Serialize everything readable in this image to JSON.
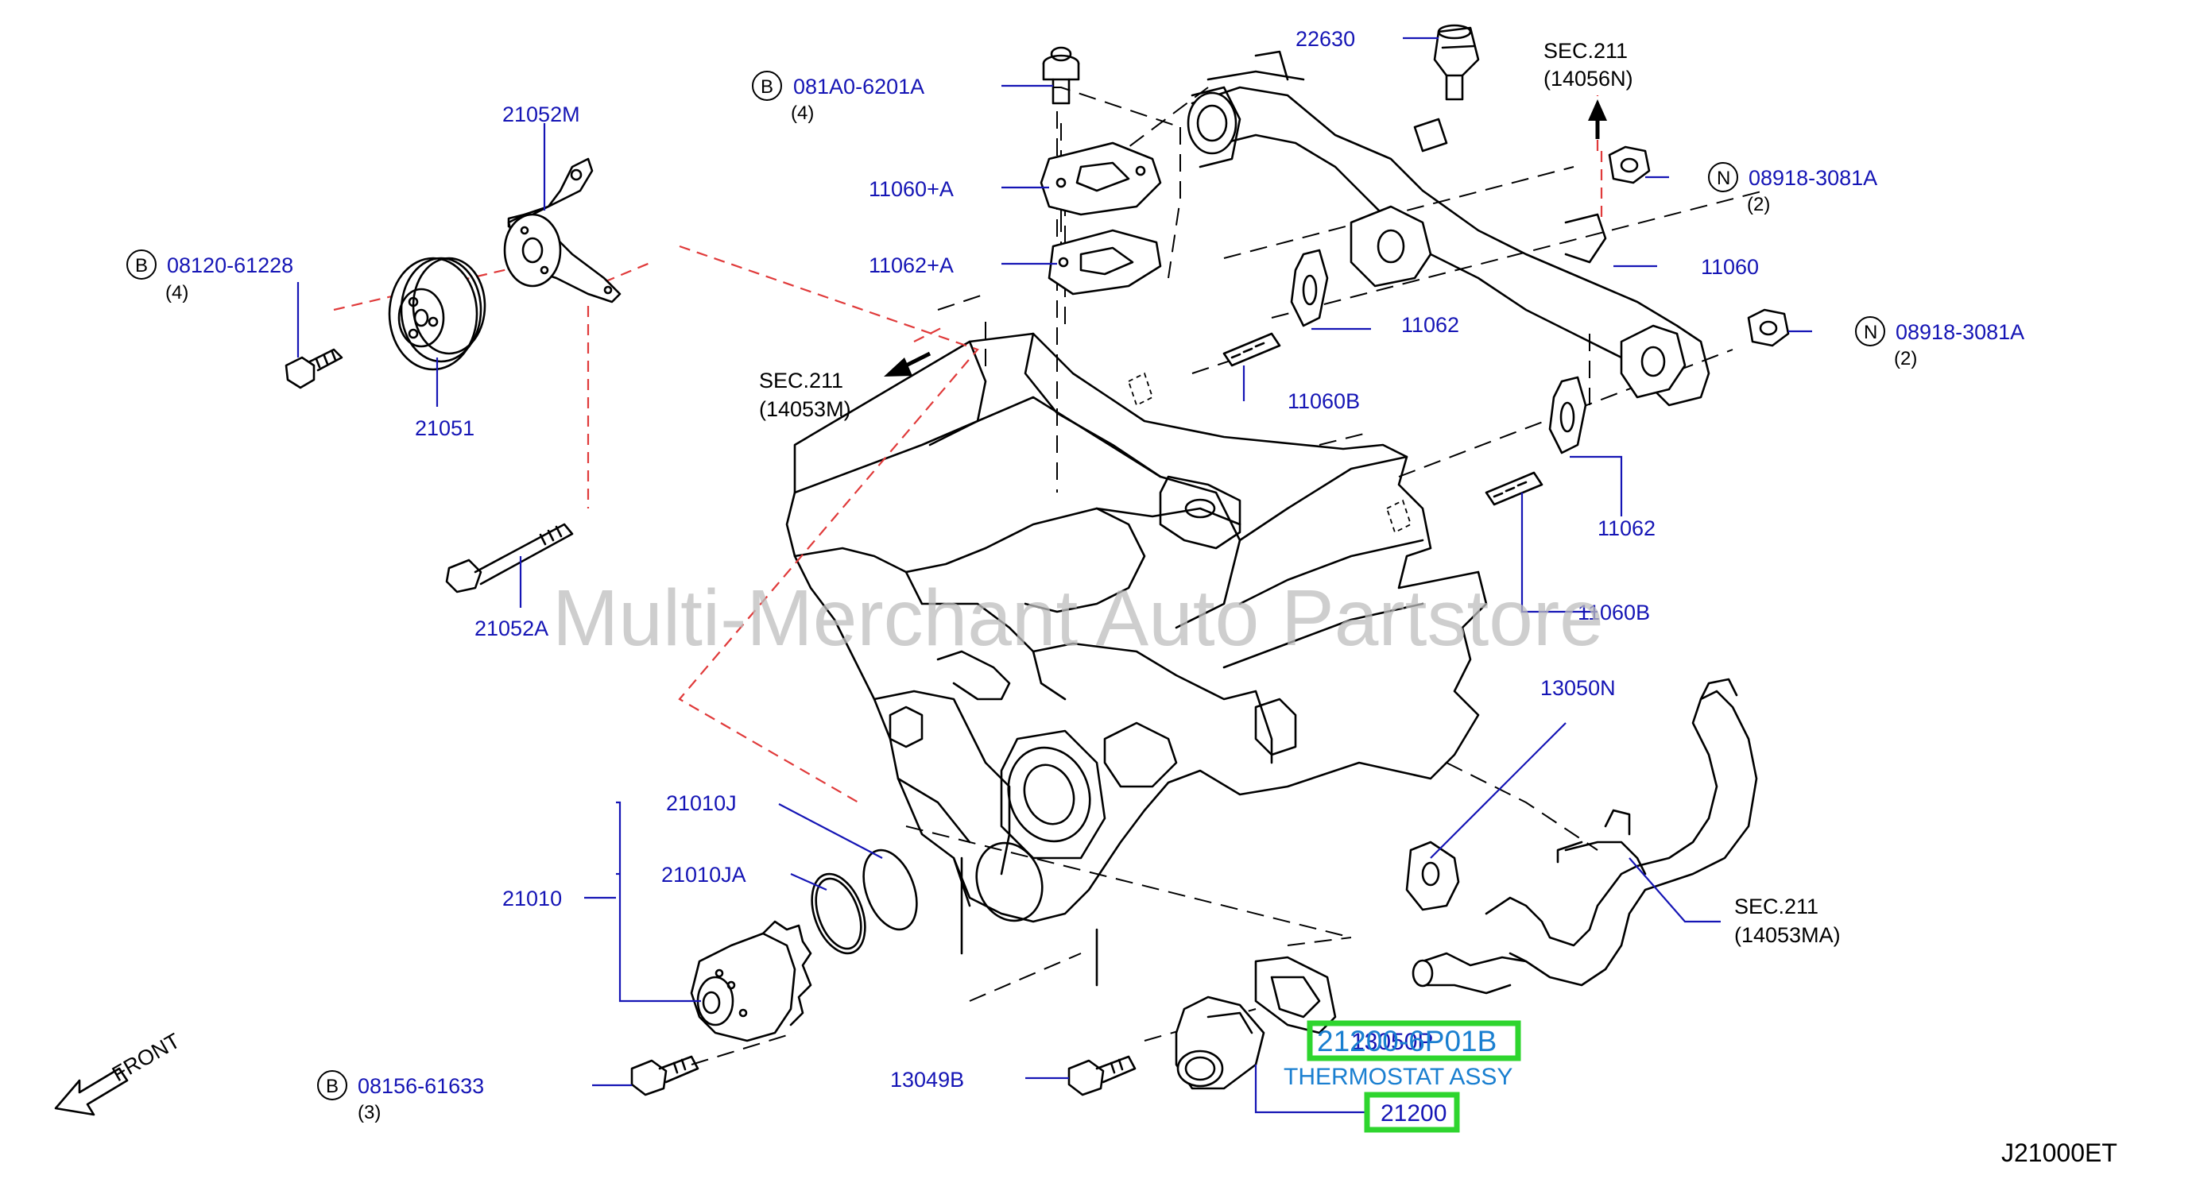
{
  "watermark": "Multi-Merchant Auto Partstore",
  "diagram_code": "J21000ET",
  "front_label": "FRONT",
  "highlight": {
    "part_number": "21200-6P01B",
    "part_number_overlay": "13050P",
    "description": "THERMOSTAT ASSY",
    "callout": "21200"
  },
  "callouts": {
    "c22630": "22630",
    "c21052M": "21052M",
    "c11060A": "11060+A",
    "c11062A": "11062+A",
    "c21051": "21051",
    "c21052A": "21052A",
    "c11060": "11060",
    "c11062a": "11062",
    "c11062b": "11062",
    "c11060Ba": "11060B",
    "c11060Bb": "11060B",
    "c13050N": "13050N",
    "c21010J": "21010J",
    "c21010JA": "21010JA",
    "c21010": "21010",
    "c13049B": "13049B"
  },
  "fasteners": [
    {
      "prefix": "B",
      "number": "081A0-6201A",
      "qty": "(4)"
    },
    {
      "prefix": "B",
      "number": "08120-61228",
      "qty": "(4)"
    },
    {
      "prefix": "N",
      "number": "08918-3081A",
      "qty": "(2)"
    },
    {
      "prefix": "N",
      "number": "08918-3081A",
      "qty": "(2)"
    },
    {
      "prefix": "B",
      "number": "08156-61633",
      "qty": "(3)"
    }
  ],
  "section_refs": [
    {
      "sec": "SEC.211",
      "ref": "(14056N)"
    },
    {
      "sec": "SEC.211",
      "ref": "(14053M)"
    },
    {
      "sec": "SEC.211",
      "ref": "(14053MA)"
    }
  ],
  "colors": {
    "label": "#1515b5",
    "highlight_box": "#2ed52e",
    "highlight_text": "#1a7fd0",
    "alignment_dash": "#e03a3a",
    "watermark": "#bdbdbd"
  }
}
